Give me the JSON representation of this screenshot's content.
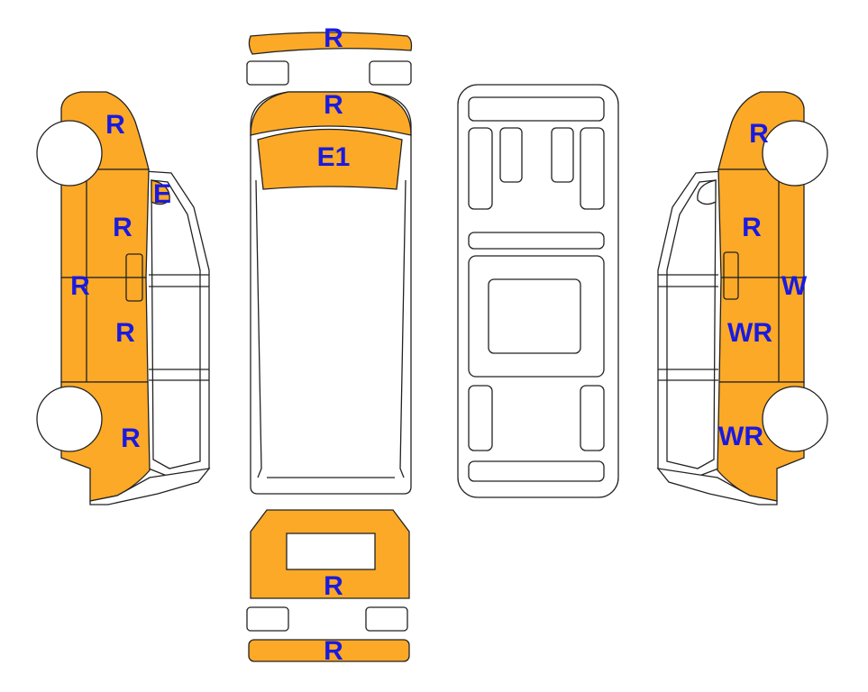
{
  "colors": {
    "damaged": "#FBA927",
    "outline": "#222222",
    "background": "#FFFFFF",
    "label": "#1A1ADF"
  },
  "labels": {
    "left_front_fender": "R",
    "left_mirror": "E",
    "left_front_door": "R",
    "left_rocker": "R",
    "left_rear_door": "R",
    "left_rear_quarter": "R",
    "front_bumper": "R",
    "hood": "R",
    "windshield": "E1",
    "rear_door": "R",
    "rear_bumper": "R",
    "right_front_fender": "R",
    "right_front_door": "R",
    "right_side_sill": "W",
    "right_rear_door": "WR",
    "right_rear_quarter": "WR"
  }
}
